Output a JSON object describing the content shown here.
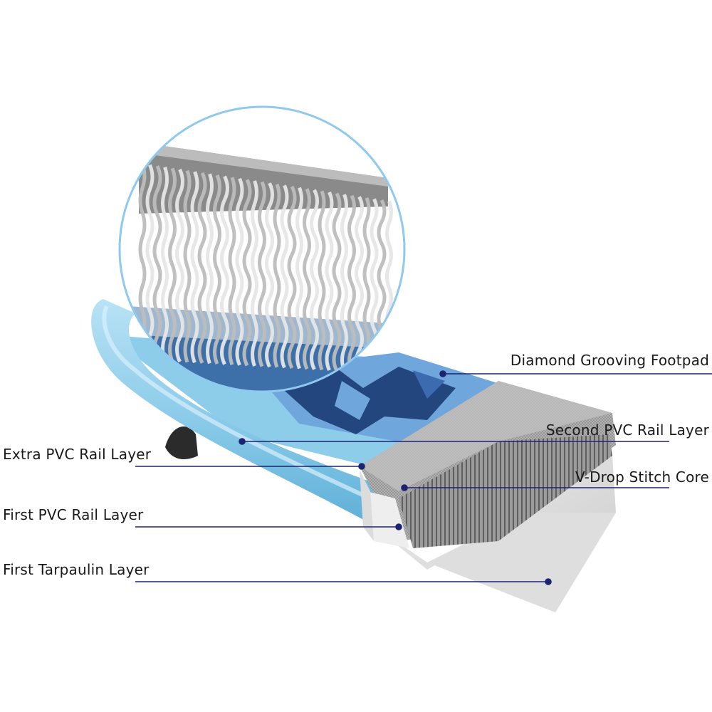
{
  "diagram": {
    "labels": {
      "diamond_footpad": "Diamond Grooving Footpad",
      "second_pvc_rail": "Second PVC Rail Layer",
      "vdrop_core": "V-Drop Stitch Core",
      "extra_pvc_rail": "Extra PVC Rail Layer",
      "first_pvc_rail": "First PVC Rail Layer",
      "first_tarpaulin": "First Tarpaulin Layer"
    },
    "colors": {
      "leader_line": "#1c2470",
      "rail_blue": "#8ecdea",
      "footpad_dark": "#23467f",
      "footpad_light": "#6fa6dc",
      "magnifier_ring": "#8fc9ee",
      "core_gray": "#9a9a9a",
      "tarpaulin": "#d9d9d9"
    }
  }
}
